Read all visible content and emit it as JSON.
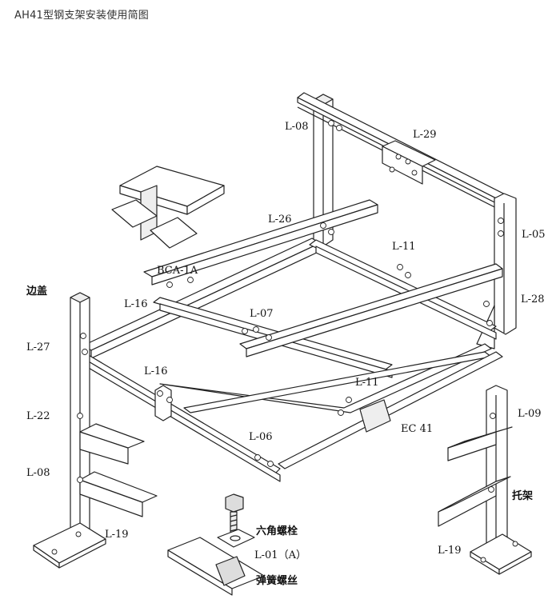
{
  "title": "AH41型钢支架安装使用简图",
  "labels": {
    "l08_top": "L-08",
    "l29": "L-29",
    "l05": "L-05",
    "l26": "L-26",
    "l11_top": "L-11",
    "bca1a": "BCA-1A",
    "biangai": "边盖",
    "l16_top": "L-16",
    "l07": "L-07",
    "l28": "L-28",
    "l27": "L-27",
    "l16_mid": "L-16",
    "l11_mid": "L-11",
    "l22": "L-22",
    "l09": "L-09",
    "ec41": "EC 41",
    "l06": "L-06",
    "l08_low": "L-08",
    "tuojia": "托架",
    "liujiao": "六角螺栓",
    "l19_left": "L-19",
    "l01a": "L-01（A）",
    "l19_right": "L-19",
    "tanhuang": "弹簧螺丝"
  }
}
